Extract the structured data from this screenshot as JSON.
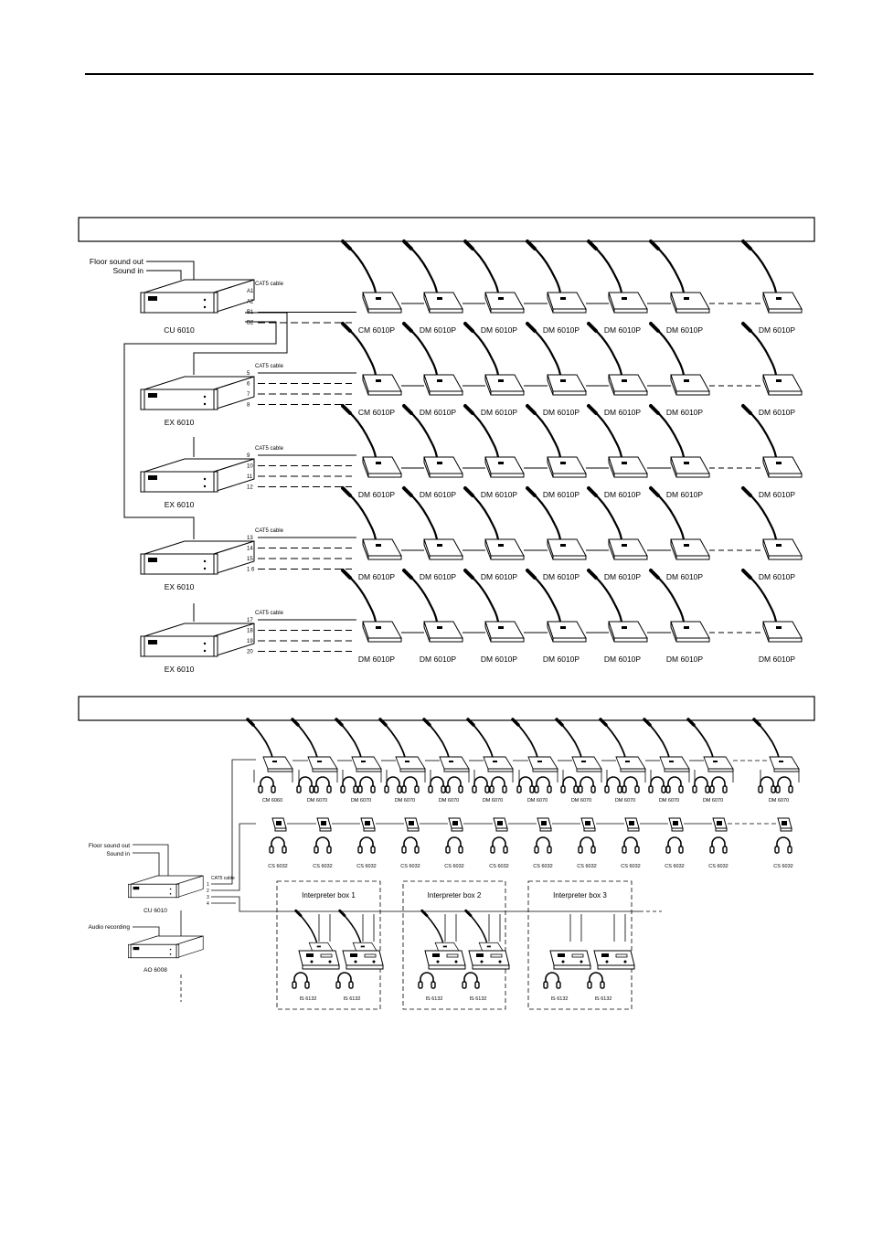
{
  "panel1": {
    "floor_sound_out": "Floor sound out",
    "sound_in": "Sound in",
    "cable_label": "CAT5 cable",
    "ports_cu": [
      "A1",
      "A2",
      "B1",
      "B2"
    ],
    "units": [
      {
        "name": "CU 6010",
        "ports": [
          "A1",
          "A2",
          "B1",
          "B2"
        ],
        "first_delegate": "CM 6010P"
      },
      {
        "name": "EX 6010",
        "ports": [
          "5",
          "6",
          "7",
          "8"
        ],
        "first_delegate": "CM 6010P"
      },
      {
        "name": "EX 6010",
        "ports": [
          "9",
          "10",
          "11",
          "12"
        ],
        "first_delegate": "DM 6010P"
      },
      {
        "name": "EX 6010",
        "ports": [
          "13",
          "14",
          "15",
          "1 6"
        ],
        "first_delegate": "DM 6010P"
      },
      {
        "name": "EX 6010",
        "ports": [
          "17",
          "18",
          "19",
          "20"
        ],
        "first_delegate": "DM 6010P"
      }
    ],
    "delegate_label": "DM 6010P"
  },
  "panel2": {
    "floor_sound_out": "Floor sound out",
    "sound_in": "Sound in",
    "cable_label": "CAT5 cable",
    "ports": [
      "1",
      "2",
      "3",
      "4"
    ],
    "cu_name": "CU 6010",
    "audio_recording": "Audio recording",
    "ao_name": "AO 6008",
    "chairman_label": "CM 6060",
    "delegate_label": "DM 6070",
    "channel_selector_label": "CS 6032",
    "interpreter_boxes": [
      "Interpreter box 1",
      "Interpreter box 2",
      "Interpreter box 3"
    ],
    "interpreter_desk_label": "IS 6132"
  }
}
